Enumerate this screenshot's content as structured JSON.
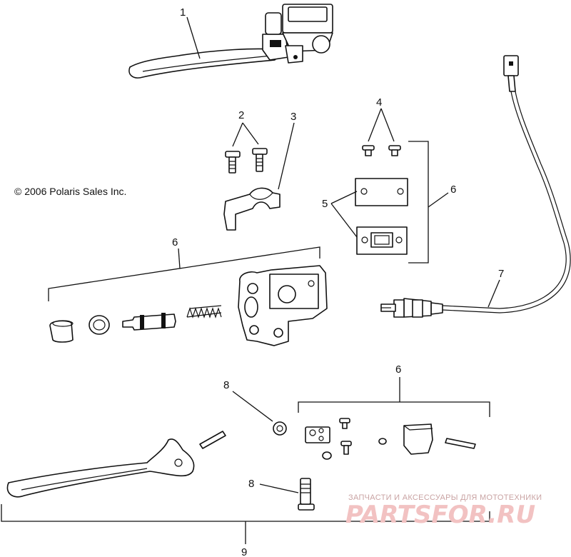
{
  "copyright": "© 2006 Polaris Sales Inc.",
  "callouts": {
    "c1": "1",
    "c2": "2",
    "c3": "3",
    "c4": "4",
    "c5": "5",
    "c6_right": "6",
    "c6_left": "6",
    "c6_lower": "6",
    "c7": "7",
    "c8_top": "8",
    "c8_bottom": "8",
    "c9": "9"
  },
  "watermark": {
    "tagline": "ЗАПЧАСТИ И АКСЕССУАРЫ ДЛЯ МОТОТЕХНИКИ",
    "brand": "PARTSFOR.RU",
    "color": "#f2c2c2"
  },
  "parts": [
    "master-cylinder-lever-assembly",
    "screws",
    "clamp",
    "cover-screws",
    "reservoir-cover-gasket",
    "master-cylinder-rebuild-kit",
    "brake-light-switch-cable",
    "washer",
    "lever-assembly"
  ]
}
